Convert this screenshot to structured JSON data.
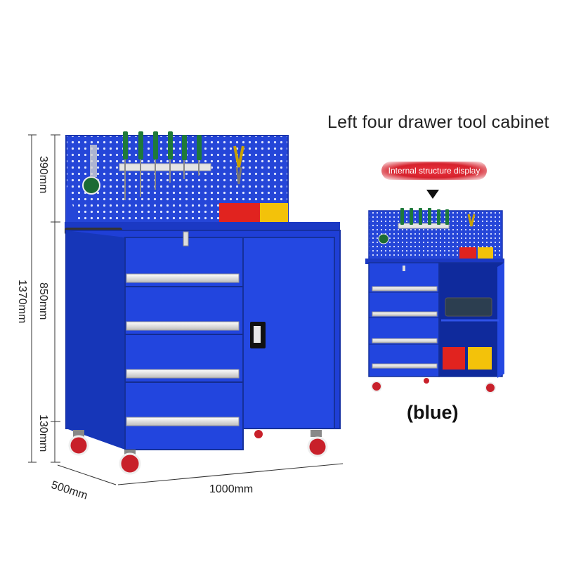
{
  "title": "Left four drawer tool cabinet",
  "badge": "Internal structure display",
  "color_label": "(blue)",
  "dimensions": {
    "height_top": "390mm",
    "height_total": "1370mm",
    "height_middle": "850mm",
    "height_bottom": "130mm",
    "depth": "500mm",
    "width": "1000mm"
  },
  "colors": {
    "cabinet_blue": "#1f3fd6",
    "cabinet_dark": "#1532a8",
    "bin_red": "#e1231f",
    "bin_yellow": "#f3c20a",
    "wheel_red": "#c8202a",
    "handle_silver": "#e6e6e6"
  }
}
